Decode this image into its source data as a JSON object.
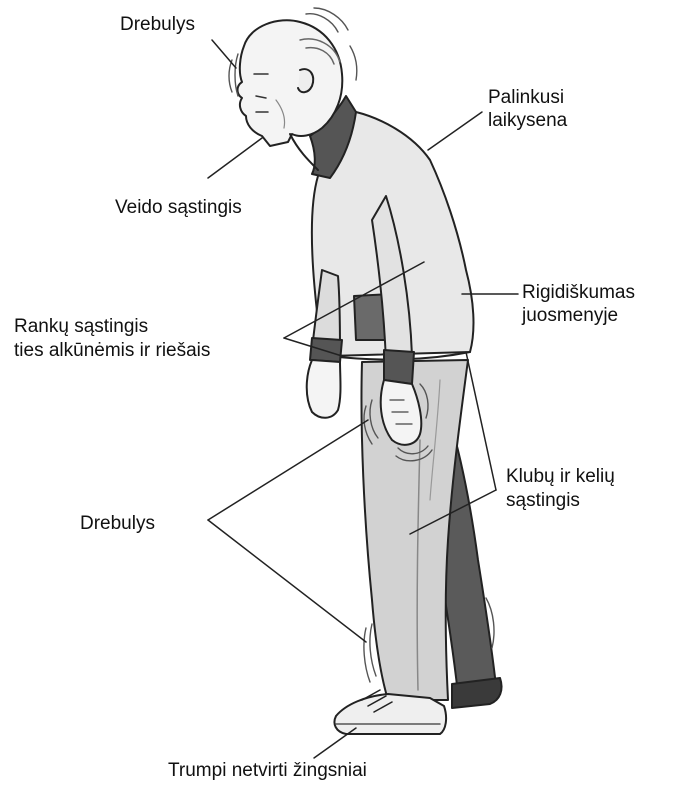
{
  "labels": {
    "tremor_head": "Drebulys",
    "posture_line1": "Palinkusi",
    "posture_line2": "laikysena",
    "face_rigidity": "Veido sąstingis",
    "waist_line1": "Rigidiškumas",
    "waist_line2": "juosmenyje",
    "arms_line1": "Rankų sąstingis",
    "arms_line2": "ties alkūnėmis ir riešais",
    "hips_line1": "Klubų ir kelių",
    "hips_line2": "sąstingis",
    "tremor_body": "Drebulys",
    "steps": "Trumpi netvirti žingsniai"
  },
  "colors": {
    "text": "#111111",
    "line": "#222222",
    "skin": "#f4f4f4",
    "jacket": "#e6e6e6",
    "collar": "#555555",
    "pants": "#cfcfcf",
    "pants_back": "#5a5a5a",
    "shoe": "#eeeeee"
  }
}
